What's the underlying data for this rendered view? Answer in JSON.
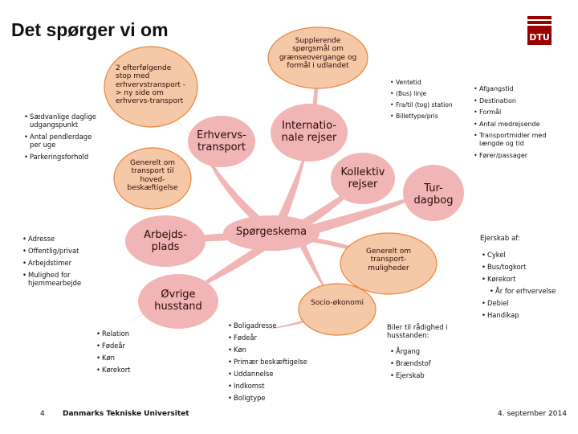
{
  "title": "Det spørger vi om",
  "logo_text": "DTU",
  "colors": {
    "accent_red": "#990000",
    "bubble_fill": "#f5c9a7",
    "bubble_edge": "#e8843b",
    "pink_fill": "#f2b5b5",
    "pink_edge": "#d44"
  },
  "bubbles": {
    "supplerende": "Supplerende spørgsmål om grænseovergange og formål i udlandet",
    "stop": "2 efterfølgende stop med erhvervstransport -> ny side om erhvervs-transport",
    "erhvervs": "Erhvervs-transport",
    "internationale": "Internatio-nale rejser",
    "kollektiv": "Kollektiv rejser",
    "turdagbog": "Tur-dagbog",
    "generelt_hoved": "Generelt om transport til hoved-beskæftigelse",
    "arbejdsplads": "Arbejds-plads",
    "spoergeskema": "Spørgeskema",
    "generelt_transport": "Generelt om transport-muligheder",
    "oevrige": "Øvrige husstand",
    "socio": "Socio-økonomi"
  },
  "lists": {
    "daglig": [
      "Sædvanlige daglige udgangspunkt",
      "Antal pendlerdage per uge",
      "Parkeringsforhold"
    ],
    "kollektiv_detaljer": [
      "Ventetid",
      "(Bus) linje",
      "Fra/til (tog) station",
      "Billettype/pris"
    ],
    "turdagbog_detaljer": [
      "Afgangstid",
      "Destination",
      "Formål",
      "Antal medrejsende",
      "Transportmidler med længde og tid",
      "Fører/passager"
    ],
    "arbejdsplads": [
      "Adresse",
      "Offentlig/privat",
      "Arbejdstimer",
      "Mulighed for hjemmearbejde"
    ],
    "ejerskab": [
      "Cykel",
      "Bus/togkort",
      "Kørekort",
      "År for erhvervelse",
      "Handikap"
    ],
    "oevrige": [
      "Relation",
      "Fødeår",
      "Køn",
      "Kørekort"
    ],
    "socio": [
      "Boligadresse",
      "Fødeår",
      "Køn",
      "Primær beskæftigelse",
      "Uddannelse",
      "Indkomst",
      "Boligtype"
    ],
    "biler": [
      "Årgang",
      "Brændstof",
      "Ejerskab"
    ],
    "ejerskab_sub": [
      "Debiel"
    ]
  },
  "headings": {
    "ejerskab": "Ejerskab af:",
    "biler": "Biler til rådighed i husstanden:"
  },
  "footer": {
    "page": "4",
    "institution": "Danmarks Tekniske Universitet",
    "date": "4. september 2014"
  }
}
